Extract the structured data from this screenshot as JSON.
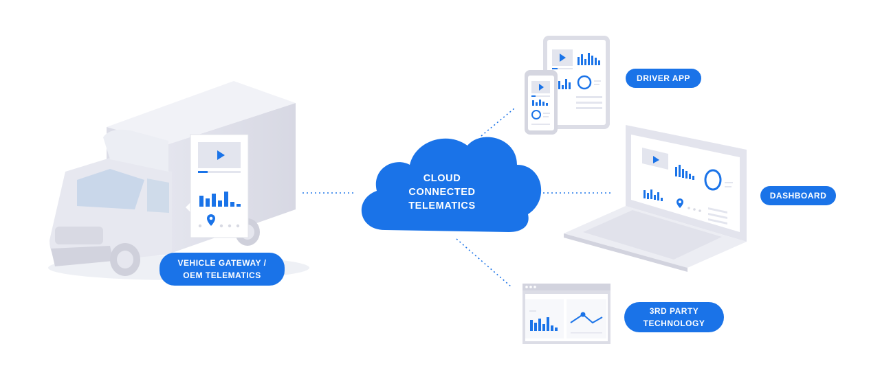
{
  "colors": {
    "accent": "#1a73e8",
    "device_body": "#e9eaf2",
    "device_shadow": "#c9cad6",
    "connector": "#1a73e8"
  },
  "cloud": {
    "lines": [
      "CLOUD",
      "CONNECTED",
      "TELEMATICS"
    ]
  },
  "nodes": {
    "driver_app": {
      "label": "DRIVER APP"
    },
    "dashboard": {
      "label": "DASHBOARD"
    },
    "third_party": {
      "lines": [
        "3RD PARTY",
        "TECHNOLOGY"
      ]
    },
    "vehicle": {
      "lines": [
        "VEHICLE GATEWAY /",
        "OEM TELEMATICS"
      ]
    }
  },
  "icons": [
    "play-icon",
    "bar-chart-icon",
    "location-pin-icon",
    "ring-chart-icon",
    "line-chart-icon",
    "truck-illustration",
    "laptop-illustration",
    "tablet-illustration",
    "phone-illustration",
    "browser-window-illustration"
  ]
}
